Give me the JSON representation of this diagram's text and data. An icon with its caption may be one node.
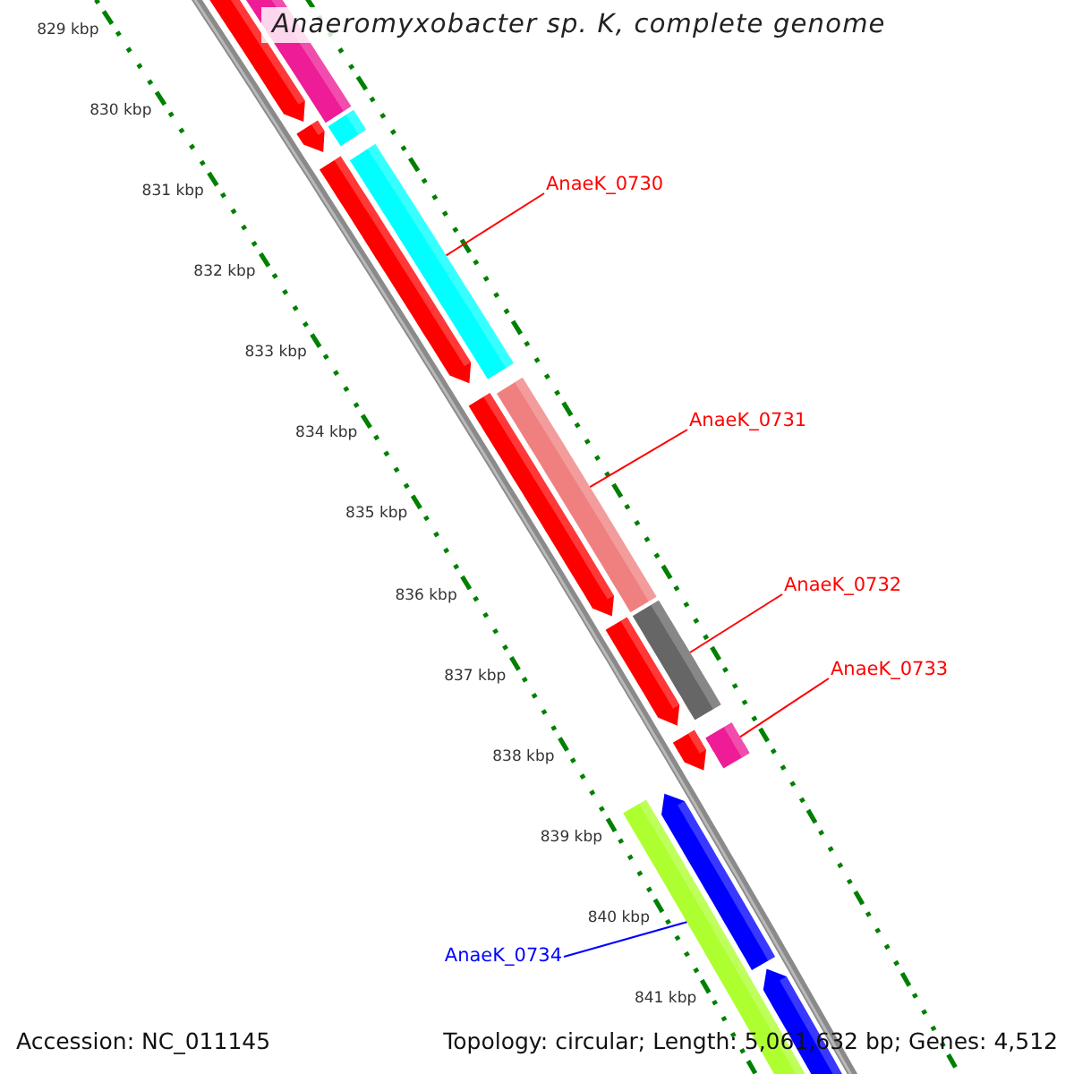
{
  "diagram": {
    "title": "Anaeromyxobacter sp. K, complete genome",
    "nodes": [
      {
        "text": [
          "AnaeK_0730"
        ]
      },
      {
        "text": [
          "AnaeK_0731"
        ]
      },
      {
        "text": [
          "AnaeK_0732"
        ]
      },
      {
        "text": [
          "AnaeK_0733"
        ]
      },
      {
        "text": [
          "AnaeK_0734"
        ]
      },
      {
        "text": [],
        "shape": "bar"
      },
      {
        "text": [],
        "shape": "bar"
      },
      {
        "text": [],
        "shape": "bar"
      },
      {
        "text": [],
        "shape": "bar"
      },
      {
        "text": [],
        "shape": "bar"
      }
    ],
    "edges": [
      {
        "from": 0,
        "to": 5,
        "arrow": "none"
      },
      {
        "from": 1,
        "to": 6,
        "arrow": "none"
      },
      {
        "from": 2,
        "to": 7,
        "arrow": "none"
      },
      {
        "from": 3,
        "to": 8,
        "arrow": "none"
      },
      {
        "from": 4,
        "to": 9,
        "arrow": "none",
        "color": "#0000ff"
      }
    ],
    "labels": [
      "829 kbp",
      "830 kbp",
      "831 kbp",
      "832 kbp",
      "833 kbp",
      "834 kbp",
      "835 kbp",
      "836 kbp",
      "837 kbp",
      "838 kbp",
      "839 kbp",
      "840 kbp",
      "841 kbp",
      "Accession: NC_011145",
      "Topology: circular; Length: 5,061,632 bp; Genes: 4,512"
    ]
  }
}
